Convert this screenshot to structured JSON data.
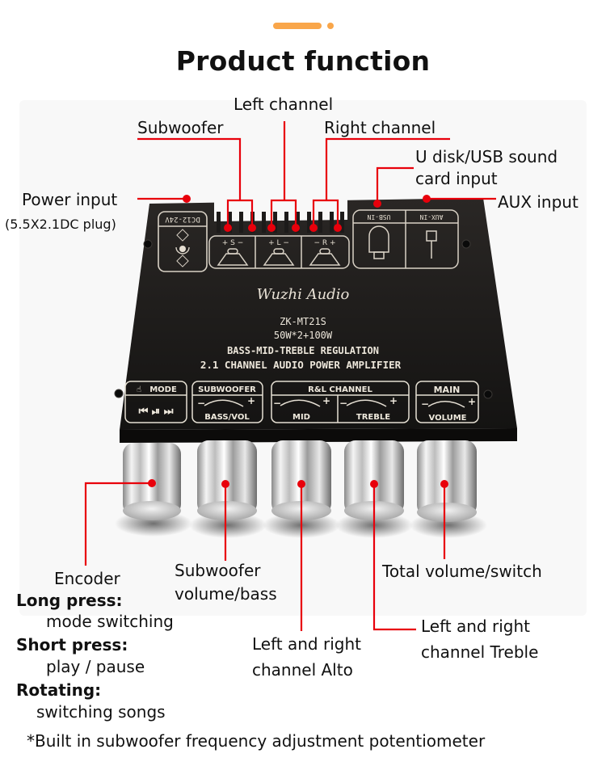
{
  "header": {
    "title": "Product function",
    "accent_color": "#f9a64a"
  },
  "annotation_color": "#e8000b",
  "top_labels": {
    "left_channel": "Left channel",
    "subwoofer": "Subwoofer",
    "right_channel": "Right channel",
    "usb_input_line1": "U disk/USB sound",
    "usb_input_line2": "card input",
    "power_input": "Power input",
    "power_plug": "(5.5X2.1DC plug)",
    "aux_input": "AUX input"
  },
  "board": {
    "dc_label": "DC12-24V",
    "speaker_s": "+ S −",
    "speaker_l": "+ L −",
    "speaker_r": "− R +",
    "usb_label": "USB-IN",
    "aux_label": "AUX-IN",
    "brand": "Wuzhi Audio",
    "model": "ZK-MT21S",
    "power_rating": "50W*2+100W",
    "regulation": "BASS-MID-TREBLE REGULATION",
    "description": "2.1 CHANNEL AUDIO POWER AMPLIFIER",
    "panels": {
      "mode": "MODE",
      "subwoofer_title": "SUBWOOFER",
      "subwoofer_sub": "BASS/VOL",
      "rl_title": "R&L CHANNEL",
      "mid": "MID",
      "treble": "TREBLE",
      "main_title": "MAIN",
      "main_sub": "VOLUME",
      "minus": "−",
      "plus": "+"
    }
  },
  "bottom_labels": {
    "encoder": "Encoder",
    "long_press": "Long press:",
    "long_press_desc": "mode switching",
    "short_press": "Short press:",
    "short_press_desc": "play / pause",
    "rotating": "Rotating:",
    "rotating_desc": "switching songs",
    "subwoofer_line1": "Subwoofer",
    "subwoofer_line2": "volume/bass",
    "alto_line1": "Left and right",
    "alto_line2": "channel Alto",
    "treble_line1": "Left and right",
    "treble_line2": "channel Treble",
    "total_volume": "Total volume/switch"
  },
  "footnote": "*Built in subwoofer frequency adjustment potentiometer"
}
